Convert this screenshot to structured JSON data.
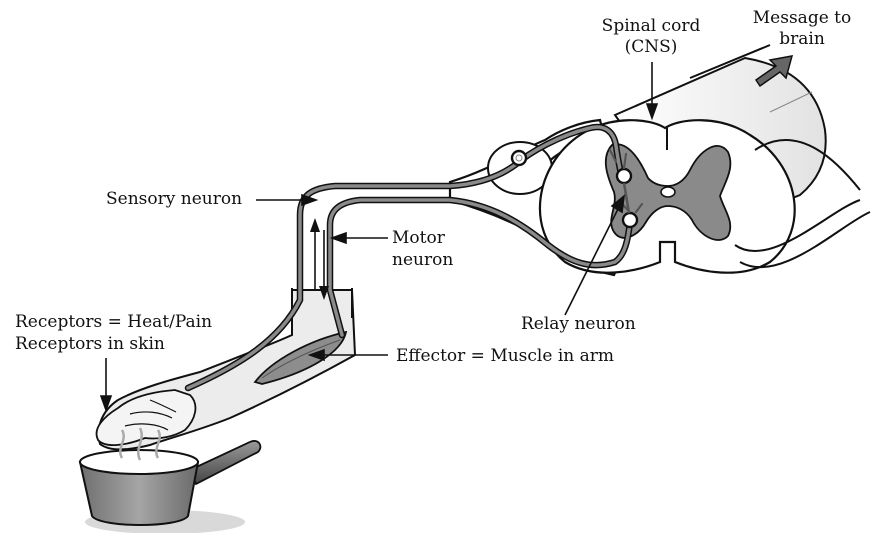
{
  "labels": {
    "spinal_cord_1": "Spinal cord",
    "spinal_cord_2": "(CNS)",
    "message_1": "Message to",
    "message_2": "brain",
    "sensory_neuron": "Sensory neuron",
    "motor_1": "Motor",
    "motor_2": "neuron",
    "relay_neuron": "Relay neuron",
    "receptors_1": "Receptors = Heat/Pain",
    "receptors_2": "Receptors in skin",
    "effector": "Effector = Muscle in arm"
  },
  "colors": {
    "ink": "#111111",
    "neuron_path": "#7a7a7a",
    "grey_matter": "#8a8a8a",
    "arm_fill": "#ececec",
    "pan_body": "#8c8c8c",
    "shadow": "#d9d9d9"
  }
}
